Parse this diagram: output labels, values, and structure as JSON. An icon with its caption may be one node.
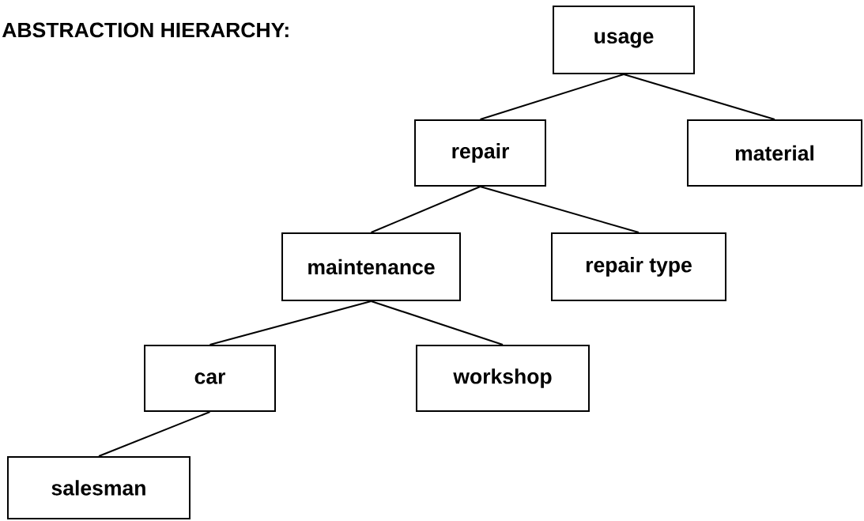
{
  "diagram": {
    "title": "ABSTRACTION HIERARCHY:",
    "nodes": [
      {
        "text": [
          "usage"
        ]
      },
      {
        "text": [
          "repair"
        ]
      },
      {
        "text": [
          "material"
        ]
      },
      {
        "text": [
          "maintenance"
        ]
      },
      {
        "text": [
          "repair type"
        ]
      },
      {
        "text": [
          "car"
        ]
      },
      {
        "text": [
          "workshop"
        ]
      },
      {
        "text": [
          "salesman"
        ]
      }
    ],
    "edges": [
      {
        "from": 0,
        "to": 1,
        "arrow": "none"
      },
      {
        "from": 0,
        "to": 2,
        "arrow": "none"
      },
      {
        "from": 1,
        "to": 3,
        "arrow": "none"
      },
      {
        "from": 1,
        "to": 4,
        "arrow": "none"
      },
      {
        "from": 3,
        "to": 5,
        "arrow": "none"
      },
      {
        "from": 3,
        "to": 6,
        "arrow": "none"
      },
      {
        "from": 5,
        "to": 7,
        "arrow": "none"
      }
    ]
  }
}
